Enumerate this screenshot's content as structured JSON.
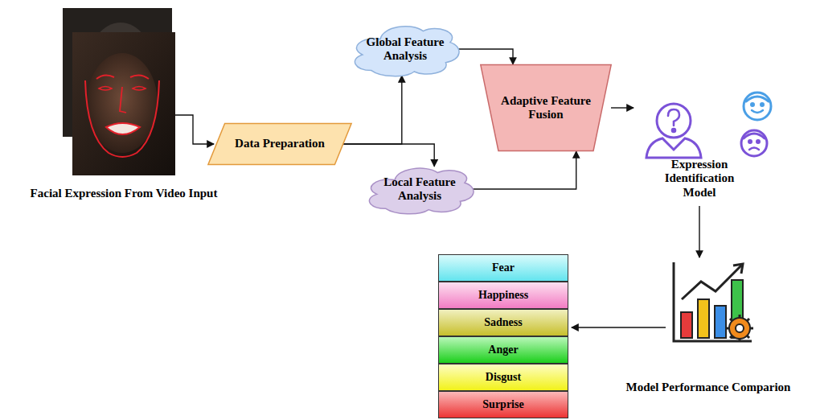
{
  "diagram": {
    "nodes": [
      {
        "text": [
          "Data Preparation"
        ]
      },
      {
        "text": [
          "Global Feature Analysis"
        ]
      },
      {
        "text": [
          "Local Feature Analysis"
        ]
      },
      {
        "text": [
          "Adaptive Feature Fusion"
        ]
      },
      {
        "text": [
          "Fear"
        ]
      },
      {
        "text": [
          "Happiness"
        ]
      },
      {
        "text": [
          "Sadness"
        ]
      },
      {
        "text": [
          "Anger"
        ]
      },
      {
        "text": [
          "Disgust"
        ]
      },
      {
        "text": [
          "Surprise"
        ]
      }
    ],
    "edges": [
      {
        "from": 0,
        "to": 1,
        "arrow": "to"
      },
      {
        "from": 0,
        "to": 2,
        "arrow": "to"
      },
      {
        "from": 1,
        "to": 3,
        "arrow": "to"
      },
      {
        "from": 2,
        "to": 3,
        "arrow": "to"
      }
    ],
    "labels": [
      "Facial Expression From Video Input",
      "Expression Identification Model",
      "Model Performance Comparion"
    ]
  }
}
